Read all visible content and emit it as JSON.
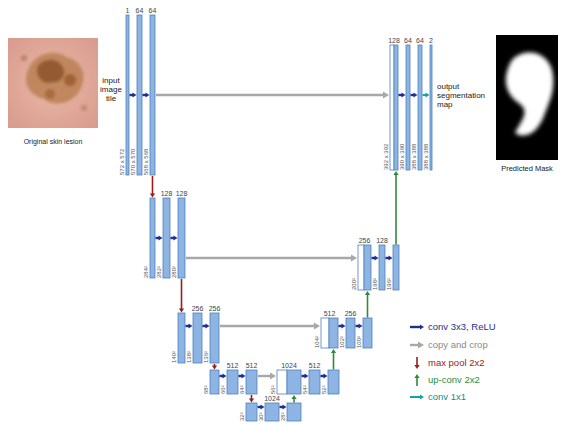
{
  "diagram": {
    "labels": [
      "Original skin lesion",
      "input image tile",
      "1",
      "64",
      "64",
      "572 x 572",
      "570 x 570",
      "568 x 568",
      "128",
      "128",
      "284²",
      "282²",
      "280²",
      "256",
      "256",
      "140²",
      "138²",
      "136²",
      "512",
      "512",
      "68²",
      "66²",
      "64²",
      "1024",
      "32²",
      "30²",
      "28²",
      "1024",
      "512",
      "56²",
      "54²",
      "52²",
      "512",
      "256",
      "104²",
      "102²",
      "100²",
      "256",
      "128",
      "200²",
      "198²",
      "196²",
      "128",
      "64",
      "64",
      "2",
      "392 x 392",
      "390 x 390",
      "388 x 388",
      "388 x 388",
      "output segmentation map",
      "Predicted Mask"
    ],
    "legend": [
      {
        "text": "conv 3x3, ReLU"
      },
      {
        "text": "copy and crop"
      },
      {
        "text": "max pool 2x2"
      },
      {
        "text": "up-conv 2x2"
      },
      {
        "text": "conv 1x1"
      }
    ]
  }
}
